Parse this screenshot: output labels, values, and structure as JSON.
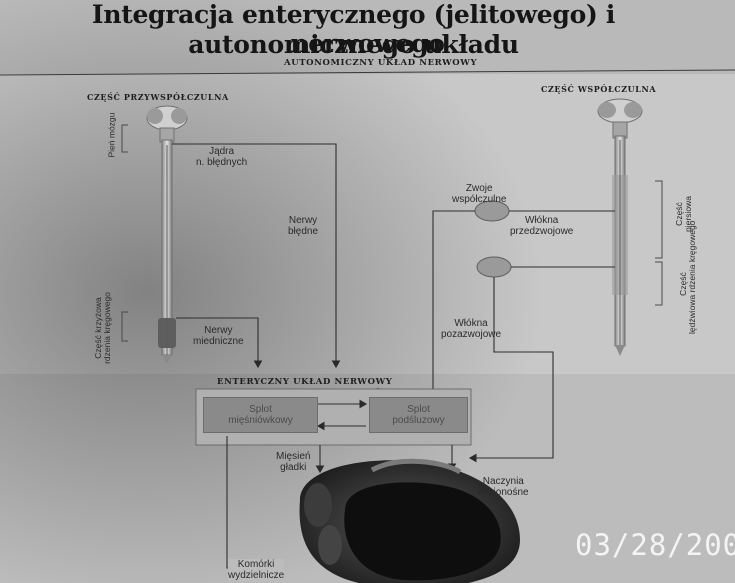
{
  "slide": {
    "title_line1": "Integracja enterycznego (jelitowego) i autonomicznego układu",
    "title_line2": "nerwowego"
  },
  "diagram": {
    "ans_heading": "AUTONOMICZNY UKŁAD NERWOWY",
    "parasympathetic_heading": "CZĘŚĆ PRZYWSPÓŁCZULNA",
    "sympathetic_heading": "CZĘŚĆ WSPÓŁCZULNA",
    "brainstem_label": "Pień mózgu",
    "vagal_nuclei": [
      "Jądra",
      "n. błędnych"
    ],
    "vagus_nerves": [
      "Nerwy",
      "błędne"
    ],
    "sacral_part": [
      "Część krzyżowa",
      "rdzenia kręgowego"
    ],
    "pelvic_nerves": [
      "Nerwy",
      "miedniczne"
    ],
    "sympathetic_ganglia": [
      "Zwoje",
      "współczulne"
    ],
    "preganglionic_fibers": [
      "Włókna",
      "przedzwojowe"
    ],
    "postganglionic_fibers": [
      "Włókna",
      "pozazwojowe"
    ],
    "thoracic_part": [
      "Część",
      "piersiowa"
    ],
    "lumbar_part": [
      "Część",
      "lędźwiowa rdzenia kręgowego"
    ],
    "ens_heading": "ENTERYCZNY UKŁAD NERWOWY",
    "myenteric_plexus": [
      "Splot",
      "mięśniówkowy"
    ],
    "submucosal_plexus": [
      "Splot",
      "podśluzowy"
    ],
    "smooth_muscle": [
      "Mięsień",
      "gładki"
    ],
    "blood_vessels": [
      "Naczynia",
      "krwionośne"
    ],
    "secretory_cells": [
      "Komórki",
      "wydzielnicze"
    ]
  },
  "camera": {
    "date_stamp": "03/28/200"
  }
}
